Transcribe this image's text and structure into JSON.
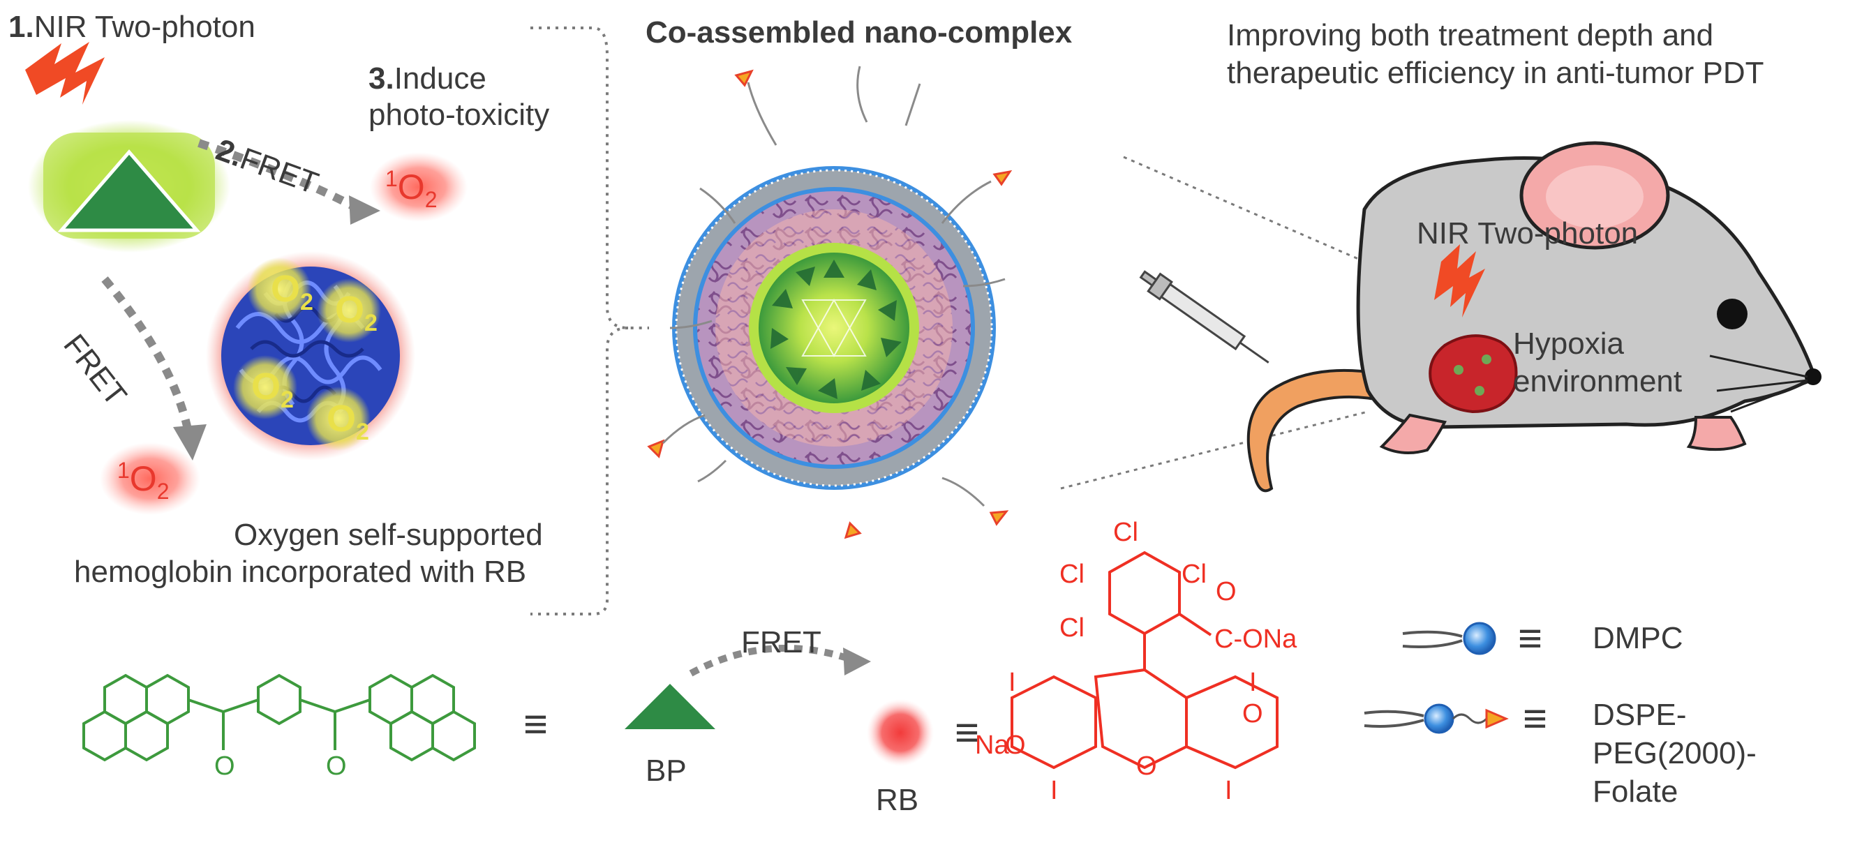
{
  "labels": {
    "step1_num": "1.",
    "step1_text": "NIR Two-photon",
    "step2_num": "2.",
    "step2_text": "FRET",
    "step3_num": "3.",
    "step3_line1": "Induce",
    "step3_line2": "photo-toxicity",
    "fret_left": "FRET",
    "singlet_oxygen_base": "1",
    "singlet_oxygen_O": "O",
    "singlet_oxygen_sub": "2",
    "oxygen_O": "O",
    "oxygen_sub": "2",
    "hemoglobin_line1": "Oxygen self-supported",
    "hemoglobin_line2": "hemoglobin incorporated with RB",
    "nano_title": "Co-assembled nano-complex",
    "treatment_line1": "Improving both treatment depth and",
    "treatment_line2": "therapeutic efficiency in anti-tumor PDT",
    "mouse_nir": "NIR Two-photon",
    "hypoxia_line1": "Hypoxia",
    "hypoxia_line2": "environment",
    "fret_bottom": "FRET",
    "bp": "BP",
    "rb": "RB",
    "equiv": "≡",
    "dmpc": "DMPC",
    "dspe_line1": "DSPE-",
    "dspe_line2": "PEG(2000)-",
    "dspe_line3": "Folate"
  },
  "chem": {
    "cl": "Cl",
    "iodo": "I",
    "na": "Na",
    "o": "O",
    "carboxylate": "C-ONa",
    "green_o": "O"
  },
  "colors": {
    "bp_green": "#2e8b45",
    "glow_green": "#a6dc3a",
    "rb_red": "#ef2f23",
    "hb_blue": "#2742b8",
    "lipid_blue": "#3d8fe0",
    "mouse_gray": "#c9c9c9",
    "tail_orange": "#f0a060",
    "shell_purple": "#b08fb6"
  }
}
